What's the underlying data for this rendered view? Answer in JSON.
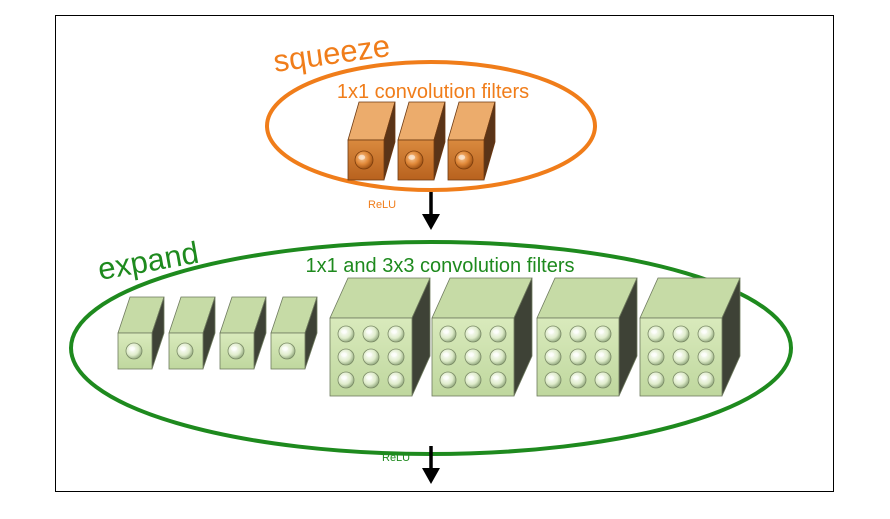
{
  "squeeze": {
    "title": "squeeze",
    "subtitle": "1x1 convolution filters",
    "relu": "ReLU",
    "color": "#f07d1a",
    "filter_count": 3
  },
  "expand": {
    "title": "expand",
    "subtitle": "1x1 and 3x3 convolution filters",
    "relu": "ReLU",
    "color": "#1e8a1e",
    "filters_1x1_count": 4,
    "filters_3x3_count": 4
  },
  "colors": {
    "frame": "#000000",
    "arrow": "#000000",
    "orange_front": "#d8782c",
    "orange_top": "#ecac6c",
    "orange_side": "#5a3418",
    "green_front": "#d3e8b4",
    "green_top": "#c6dba6",
    "green_side": "#3e4236"
  }
}
